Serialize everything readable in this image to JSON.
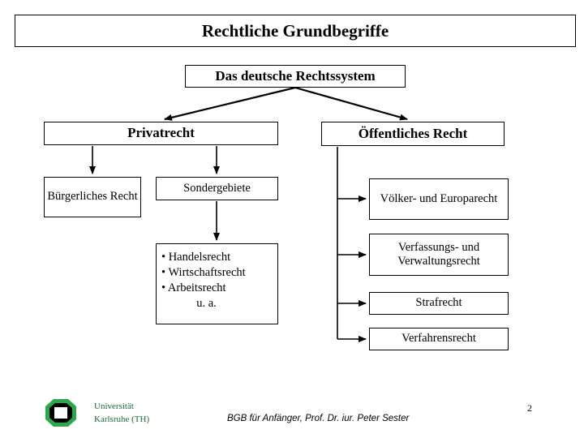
{
  "slide": {
    "title": "Rechtliche Grundbegriffe",
    "root": "Das deutsche Rechtssystem",
    "branches": {
      "left": {
        "heading": "Privatrecht",
        "children": [
          {
            "label": "Bürgerliches Recht"
          },
          {
            "label": "Sondergebiete"
          }
        ],
        "subdetail": {
          "bullets": [
            "• Handelsrecht",
            "• Wirtschaftsrecht",
            "• Arbeitsrecht"
          ],
          "tail": "u. a."
        }
      },
      "right": {
        "heading": "Öffentliches Recht",
        "children": [
          {
            "label": "Völker- und Europarecht"
          },
          {
            "label": "Verfassungs- und Verwaltungsrecht"
          },
          {
            "label": "Strafrecht"
          },
          {
            "label": "Verfahrensrecht"
          }
        ]
      }
    }
  },
  "footer": {
    "logo_icon": "karlsruhe-octagon-logo-icon",
    "university_line1": "Universität",
    "university_line2": "Karlsruhe (TH)",
    "center_text": "BGB für Anfänger, Prof. Dr. iur. Peter Sester",
    "page_number": "2"
  },
  "colors": {
    "background": "#ffffff",
    "foreground": "#000000",
    "logo_green": "#2aa84a",
    "university_green": "#1a6b33"
  }
}
